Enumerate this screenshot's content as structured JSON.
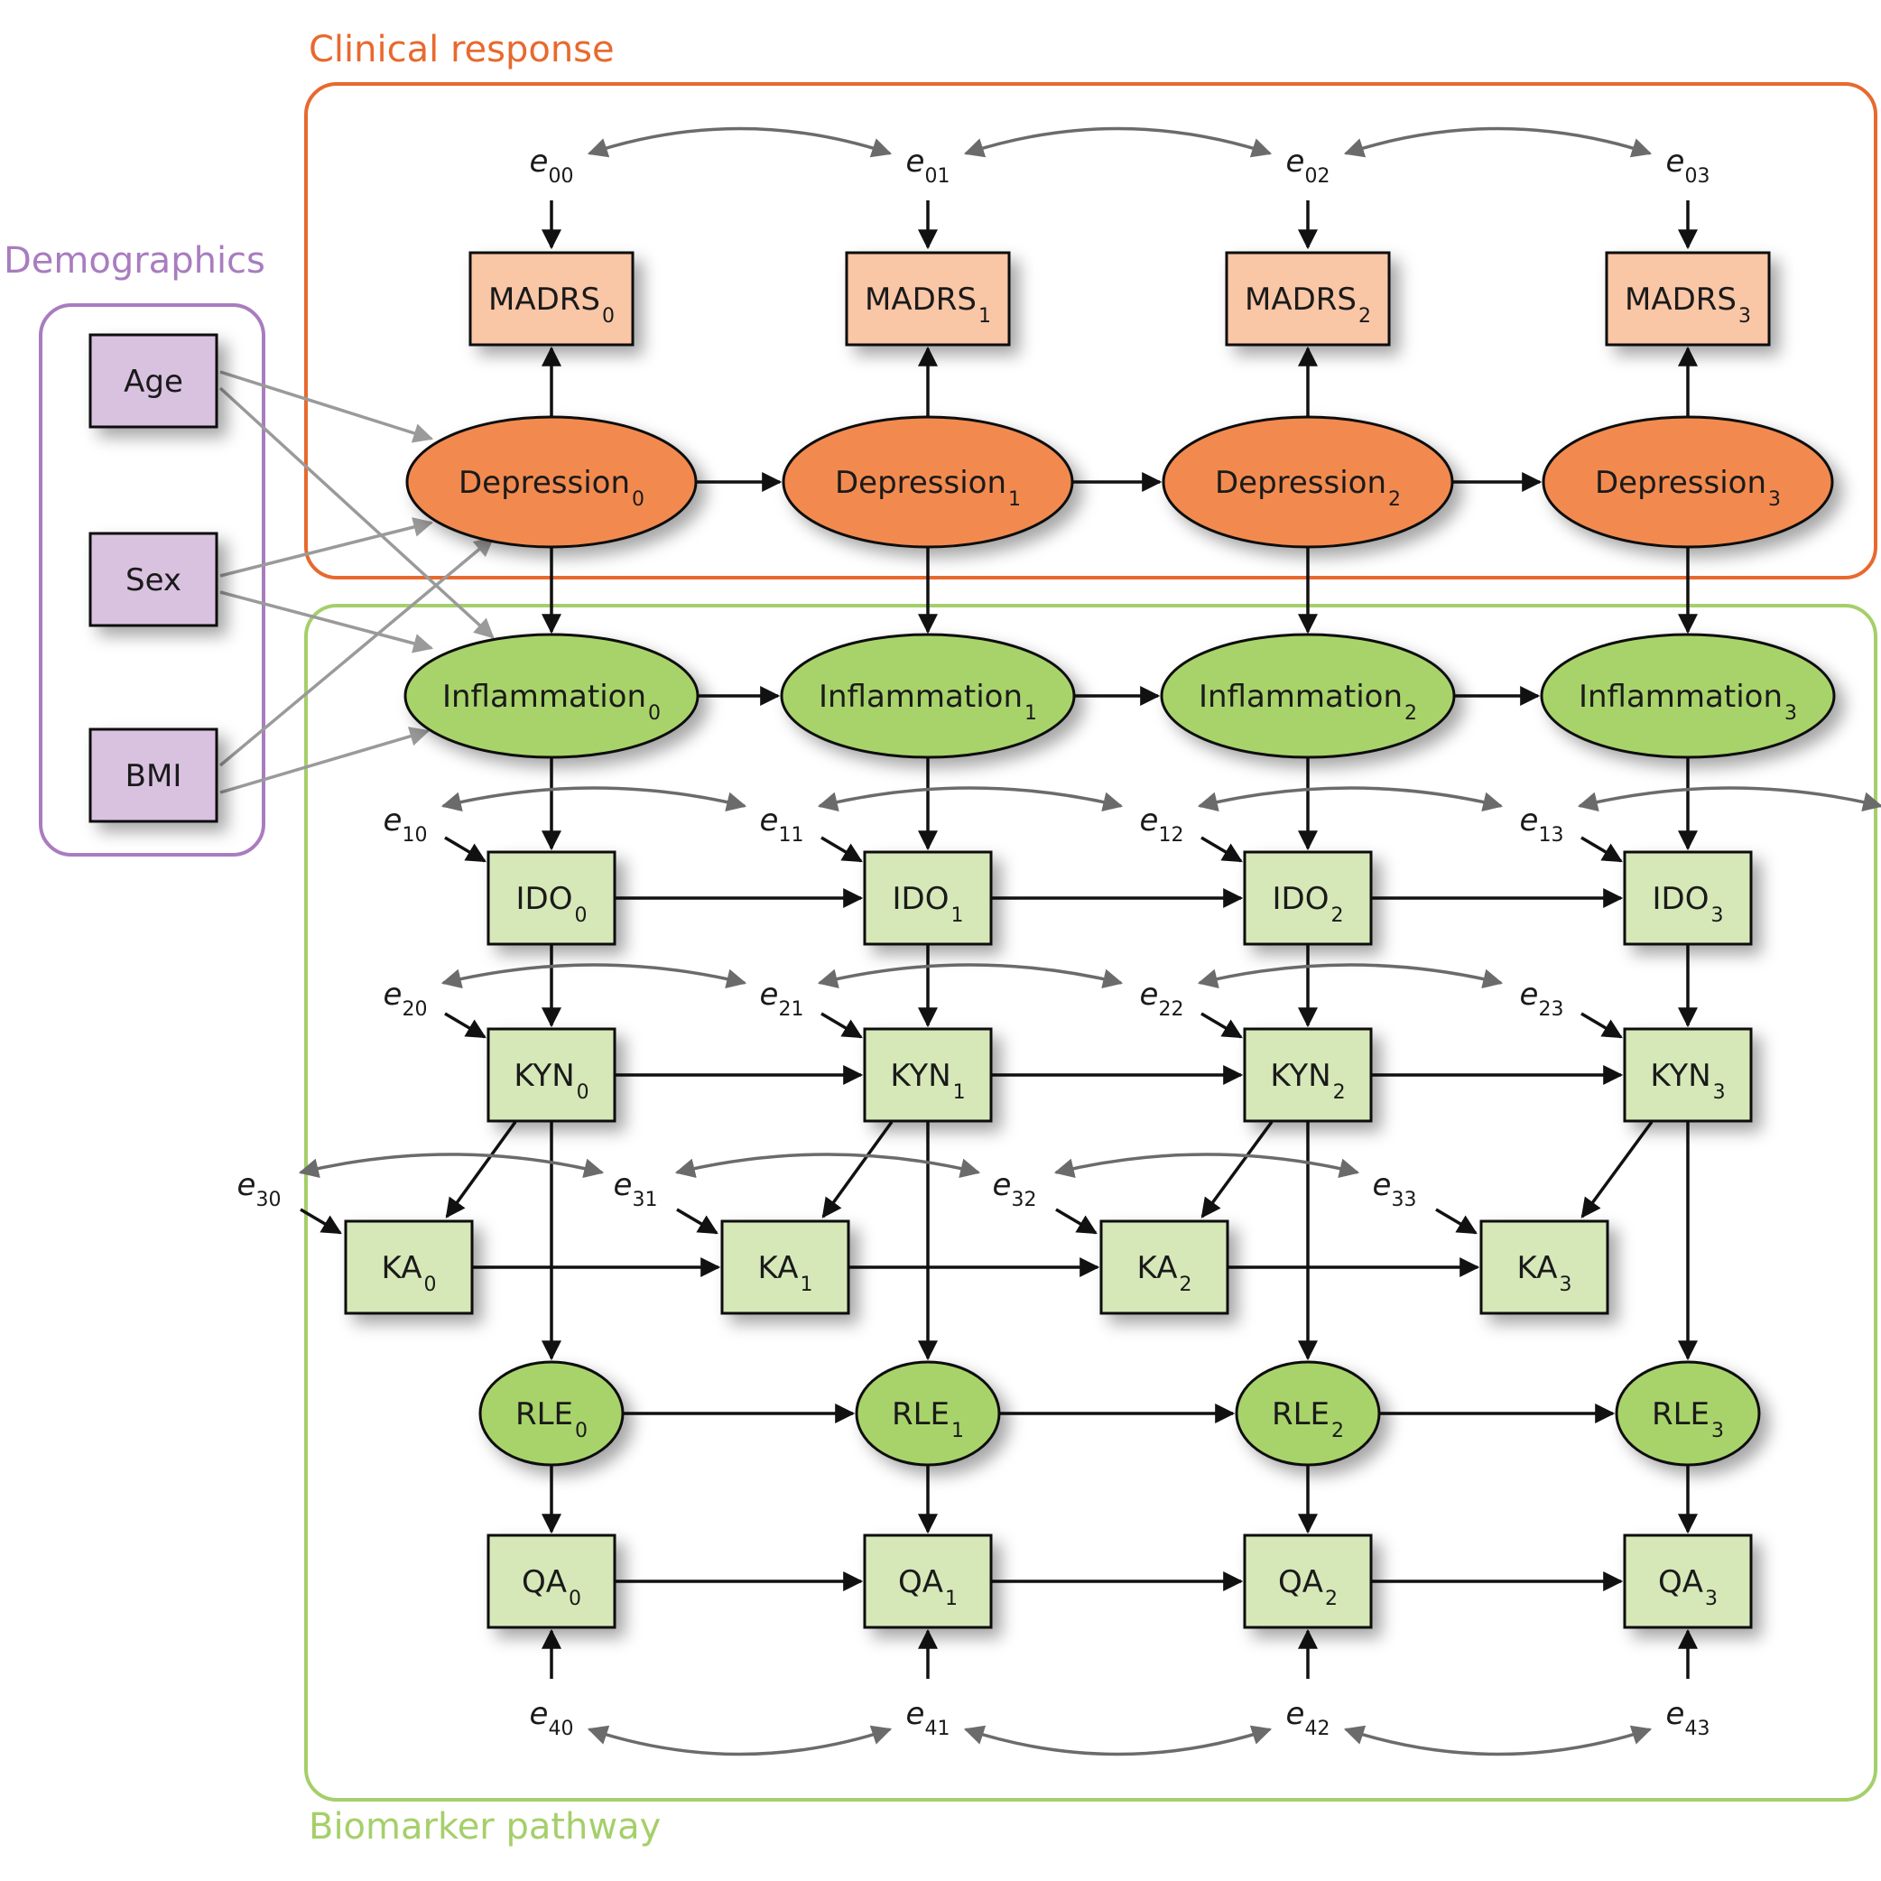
{
  "groups": {
    "clinical": {
      "title": "Clinical response",
      "color": "#e8692e"
    },
    "demographics": {
      "title": "Demographics",
      "color": "#a97cbf"
    },
    "biomarker": {
      "title": "Biomarker pathway",
      "color": "#a5cf6a"
    }
  },
  "colors": {
    "madrs_fill": "#f9c6a6",
    "depression_fill": "#f28a4f",
    "green_ellipse_fill": "#a8d36b",
    "green_box_fill": "#d6e8b8",
    "demographic_fill": "#d9c2e0",
    "edge": "#111111",
    "covariance_edge": "#6b6b6b",
    "demographic_edge": "#9a9a9a"
  },
  "demographics": [
    "Age",
    "Sex",
    "BMI"
  ],
  "time_points": [
    "0",
    "1",
    "2",
    "3"
  ],
  "variables": {
    "madrs": "MADRS",
    "depression": "Depression",
    "inflammation": "Inflammation",
    "ido": "IDO",
    "kyn": "KYN",
    "ka": "KA",
    "rle": "RLE",
    "qa": "QA"
  },
  "errors": {
    "symbol": "e",
    "madrs": [
      "00",
      "01",
      "02",
      "03"
    ],
    "ido": [
      "10",
      "11",
      "12",
      "13"
    ],
    "kyn": [
      "20",
      "21",
      "22",
      "23"
    ],
    "ka": [
      "30",
      "31",
      "32",
      "33"
    ],
    "qa": [
      "40",
      "41",
      "42",
      "43"
    ]
  }
}
